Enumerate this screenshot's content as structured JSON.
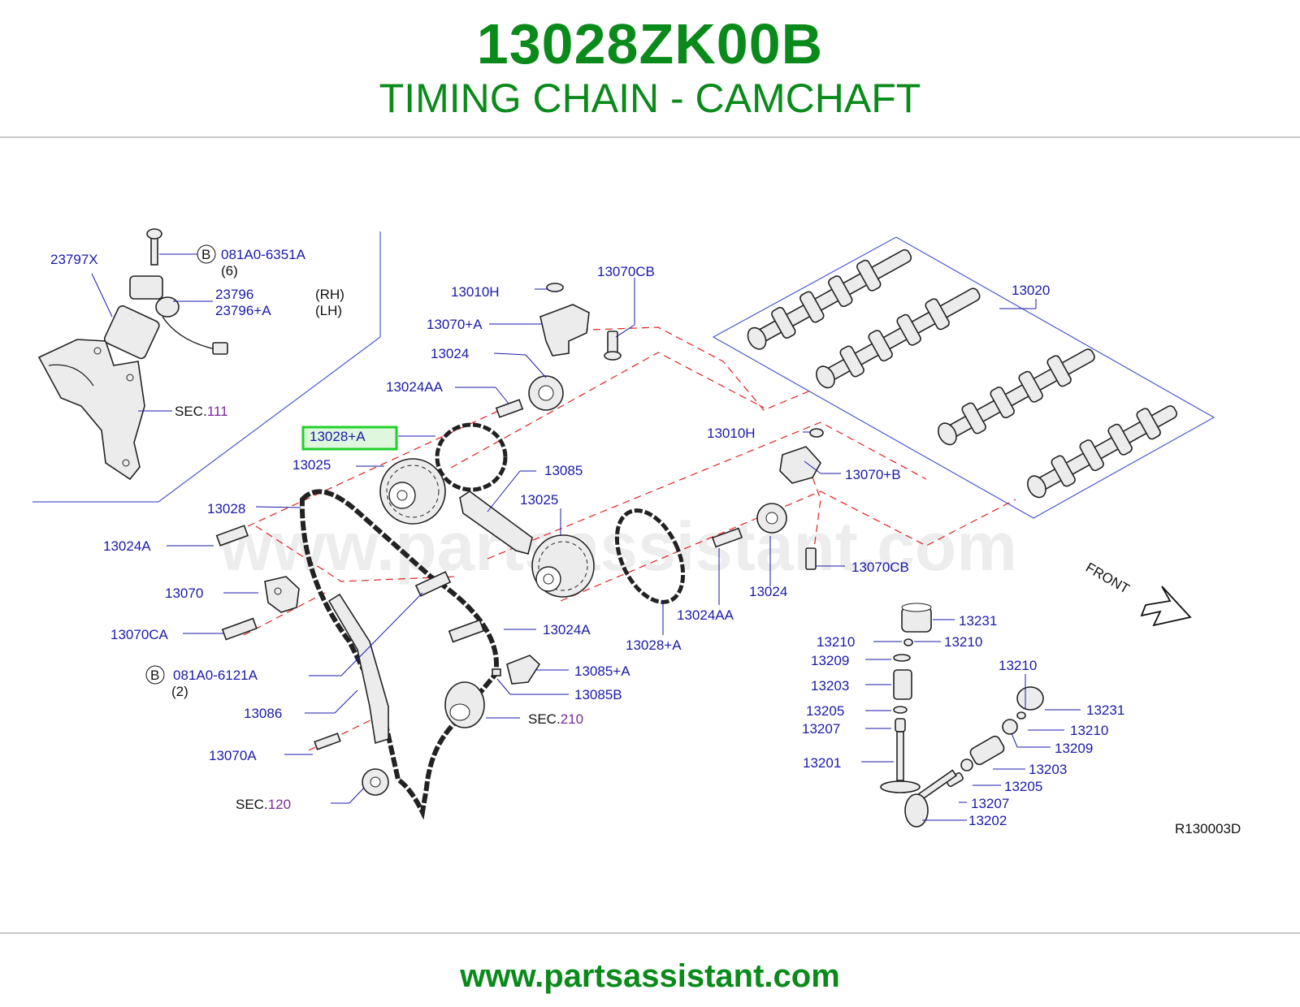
{
  "header": {
    "part_number": "13028ZK00B",
    "title": "TIMING CHAIN - CAMCHAFT"
  },
  "diagram": {
    "watermark": "www.partsassistant.com",
    "front_label": "FRONT",
    "drawing_code": "R130003D",
    "highlighted_label": "13028+A",
    "labels": {
      "l_23797x": "23797X",
      "l_b1": "B",
      "l_081a0_6351a": "081A0-6351A",
      "l_qty6": "(6)",
      "l_23796": "23796",
      "l_23796a": "23796+A",
      "l_rh": "(RH)",
      "l_lh": "(LH)",
      "l_sec111_prefix": "SEC.",
      "l_sec111_num": "111",
      "l_13010h_a": "13010H",
      "l_13070cb_a": "13070CB",
      "l_13070a_plus": "13070+A",
      "l_13024_a": "13024",
      "l_13024aa_a": "13024AA",
      "l_13020": "13020",
      "l_13025_a": "13025",
      "l_13085": "13085",
      "l_13028": "13028",
      "l_13025_b": "13025",
      "l_13024a_a": "13024A",
      "l_13070": "13070",
      "l_13070ca": "13070CA",
      "l_b2": "B",
      "l_081a0_6121a": "081A0-6121A",
      "l_qty2": "(2)",
      "l_13086": "13086",
      "l_13070a": "13070A",
      "l_sec120_prefix": "SEC.",
      "l_sec120_num": "120",
      "l_13010h_b": "13010H",
      "l_13070b_plus": "13070+B",
      "l_13024_b": "13024",
      "l_13070cb_b": "13070CB",
      "l_13024aa_b": "13024AA",
      "l_13028a_b": "13028+A",
      "l_13024a_b": "13024A",
      "l_13085a": "13085+A",
      "l_13085b": "13085B",
      "l_sec210_prefix": "SEC.",
      "l_sec210_num": "210",
      "l_13231_a": "13231",
      "l_13210_a": "13210",
      "l_13210_b": "13210",
      "l_13209_a": "13209",
      "l_13203_a": "13203",
      "l_13205_a": "13205",
      "l_13207_a": "13207",
      "l_13201": "13201",
      "l_13210_c": "13210",
      "l_13231_b": "13231",
      "l_13210_d": "13210",
      "l_13209_b": "13209",
      "l_13203_b": "13203",
      "l_13205_b": "13205",
      "l_13207_b": "13207",
      "l_13202": "13202"
    }
  },
  "footer": {
    "url": "www.partsassistant.com"
  },
  "colors": {
    "title_green": "#0a8a1a",
    "callout_blue": "#1a1aa8",
    "section_purple": "#7a2a9a",
    "highlight_green": "#1fd12a",
    "highlight_fill": "#dff7dd",
    "dashed_red": "#e02020"
  }
}
